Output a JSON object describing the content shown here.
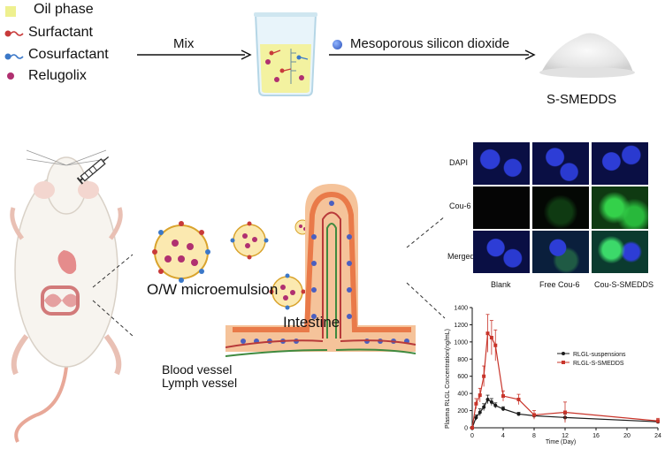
{
  "legend": {
    "oil_phase": "Oil phase",
    "surfactant": "Surfactant",
    "cosurfactant": "Cosurfactant",
    "relugolix": "Relugolix"
  },
  "process": {
    "mix": "Mix",
    "carrier": "Mesoporous silicon dioxide",
    "product": "S-SMEDDS"
  },
  "labels": {
    "microemulsion": "O/W microemulsion",
    "intestine": "Intestine",
    "blood_vessel": "Blood vessel",
    "lymph_vessel": "Lymph vessel"
  },
  "microscopy": {
    "rows": [
      "DAPI",
      "Cou-6",
      "Merged"
    ],
    "cols": [
      "Blank",
      "Free Cou-6",
      "Cou-S-SMEDDS"
    ]
  },
  "chart_data": {
    "type": "line",
    "xlabel": "Time (Day)",
    "ylabel": "Plasma RLGL Concentration(ng/mL)",
    "xlim": [
      0,
      24
    ],
    "ylim": [
      0,
      1400
    ],
    "xticks": [
      0,
      4,
      8,
      12,
      16,
      20,
      24
    ],
    "yticks": [
      0,
      200,
      400,
      600,
      800,
      1000,
      1200,
      1400
    ],
    "legend_position": "right",
    "series": [
      {
        "name": "RLGL-suspensions",
        "color": "#1b1b1b",
        "x": [
          0,
          0.5,
          1,
          1.5,
          2,
          2.5,
          3,
          4,
          6,
          8,
          12,
          24
        ],
        "y": [
          0,
          120,
          180,
          240,
          330,
          300,
          260,
          220,
          160,
          140,
          120,
          70
        ],
        "err": [
          0,
          30,
          40,
          40,
          50,
          40,
          30,
          25,
          20,
          20,
          40,
          15
        ]
      },
      {
        "name": "RLGL-S-SMEDDS",
        "color": "#c8342a",
        "x": [
          0,
          0.5,
          1,
          1.5,
          2,
          2.5,
          3,
          4,
          6,
          8,
          12,
          24
        ],
        "y": [
          0,
          280,
          380,
          600,
          1100,
          1050,
          960,
          370,
          330,
          150,
          180,
          80
        ],
        "err": [
          0,
          60,
          80,
          120,
          220,
          200,
          180,
          60,
          60,
          50,
          120,
          30
        ]
      }
    ]
  }
}
